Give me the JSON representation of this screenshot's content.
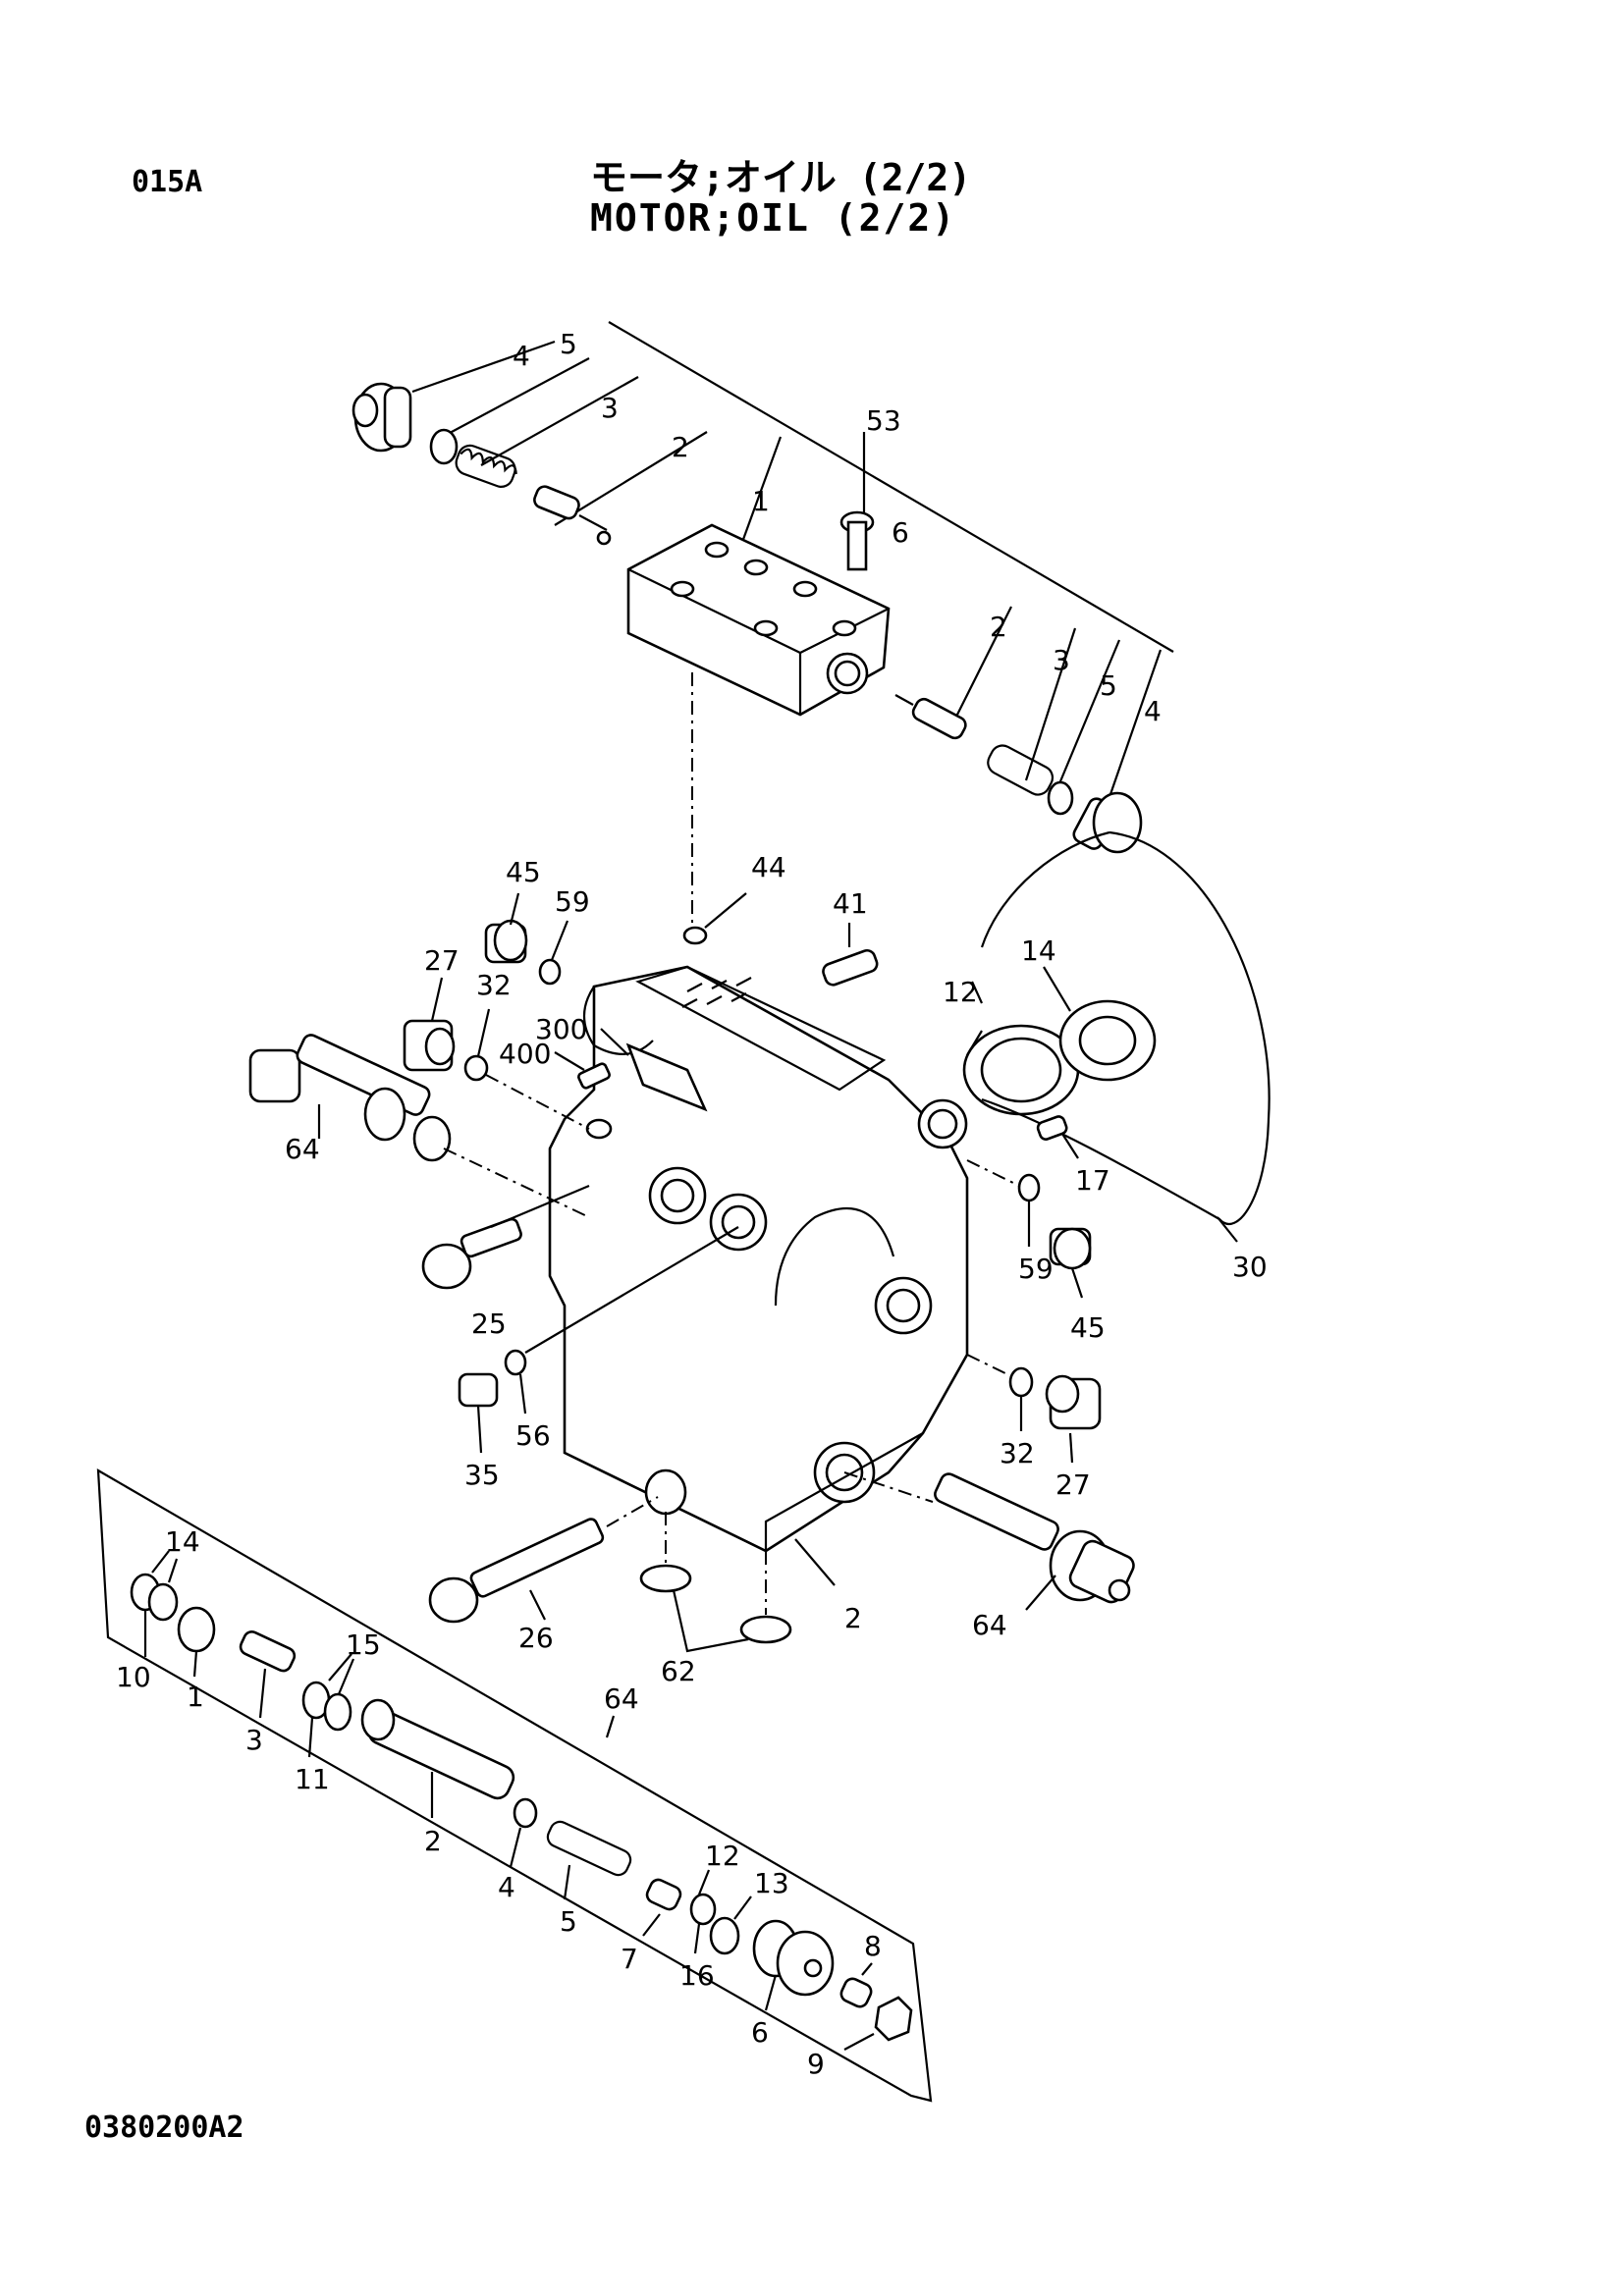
{
  "header": {
    "page_code": "015A",
    "title_jp": "モータ;オイル (2/2)",
    "title_en": "MOTOR;OIL (2/2)"
  },
  "footer": {
    "drawing_number": "0380200A2"
  },
  "callouts": {
    "c4a": "4",
    "c5a": "5",
    "c3a": "3",
    "c2a": "2",
    "c53": "53",
    "c1a": "1",
    "c6a": "6",
    "c2b": "2",
    "c3b": "3",
    "c5b": "5",
    "c4b": "4",
    "c44": "44",
    "c41": "41",
    "c45a": "45",
    "c59a": "59",
    "c27a": "27",
    "c32a": "32",
    "c300": "300",
    "c400": "400",
    "c12a": "12",
    "c14a": "14",
    "c64a": "64",
    "c25": "25",
    "c17": "17",
    "c30": "30",
    "c59b": "59",
    "c45b": "45",
    "c56": "56",
    "c35": "35",
    "c32b": "32",
    "c27b": "27",
    "c26": "26",
    "c2c": "2",
    "c64b": "64",
    "c62": "62",
    "c14b": "14",
    "c10": "10",
    "c1b": "1",
    "c3c": "3",
    "c15": "15",
    "c11": "11",
    "c64c": "64",
    "c2d": "2",
    "c4c": "4",
    "c5c": "5",
    "c12b": "12",
    "c13": "13",
    "c7": "7",
    "c16": "16",
    "c8": "8",
    "c6b": "6",
    "c9": "9"
  }
}
